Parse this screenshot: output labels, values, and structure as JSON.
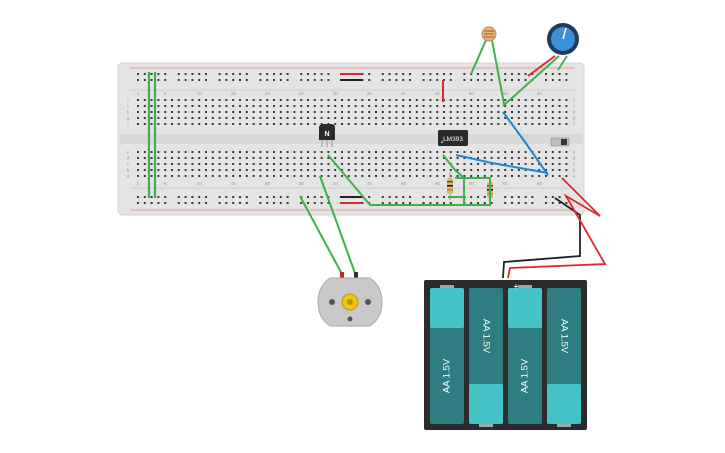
{
  "breadboard": {
    "column_numbers": [
      "1",
      "5",
      "10",
      "15",
      "20",
      "25",
      "30",
      "35",
      "40",
      "45",
      "50",
      "55",
      "60"
    ],
    "row_letters_top": [
      "j",
      "i",
      "h",
      "g",
      "f"
    ],
    "row_letters_bottom": [
      "e",
      "d",
      "c",
      "b",
      "a"
    ]
  },
  "transistor": {
    "label": "N"
  },
  "comparator": {
    "label": "LM393"
  },
  "battery_pack": {
    "cells": [
      {
        "label": "AA 1.5V",
        "orientation": "up"
      },
      {
        "label": "AA 1.5V",
        "orientation": "down"
      },
      {
        "label": "AA 1.5V",
        "orientation": "up"
      },
      {
        "label": "AA 1.5V",
        "orientation": "down"
      }
    ],
    "plus_label": "+"
  },
  "colors": {
    "wire_green": "#3db24a",
    "wire_red": "#e0282b",
    "wire_blue": "#1e88d2",
    "wire_black": "#222222",
    "board": "#e6e6e6",
    "battery_body": "#2e7d80",
    "battery_cap": "#46c3c7"
  }
}
